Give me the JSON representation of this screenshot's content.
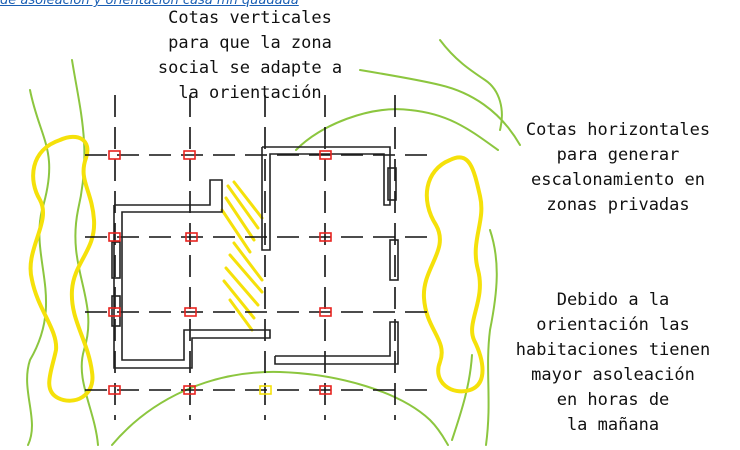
{
  "header": {
    "link_text": "de asoleación y orientación casa mh quadada"
  },
  "annotations": {
    "top": "Cotas verticales\npara que la zona\nsocial se adapte a\nla orientación",
    "right_upper": "Cotas horizontales\npara generar\nescalonamiento en\nzonas privadas",
    "right_lower": "Debido a la\norientación las\nhabitaciones tienen\nmayor asoleación\nen horas de\nla mañana"
  },
  "colors": {
    "vegetation": "#8cc63f",
    "sun_zone": "#f5e10a",
    "column_marker": "#e8231f",
    "wall": "#222222",
    "grid": "#111111",
    "link": "#1a5fb4"
  }
}
